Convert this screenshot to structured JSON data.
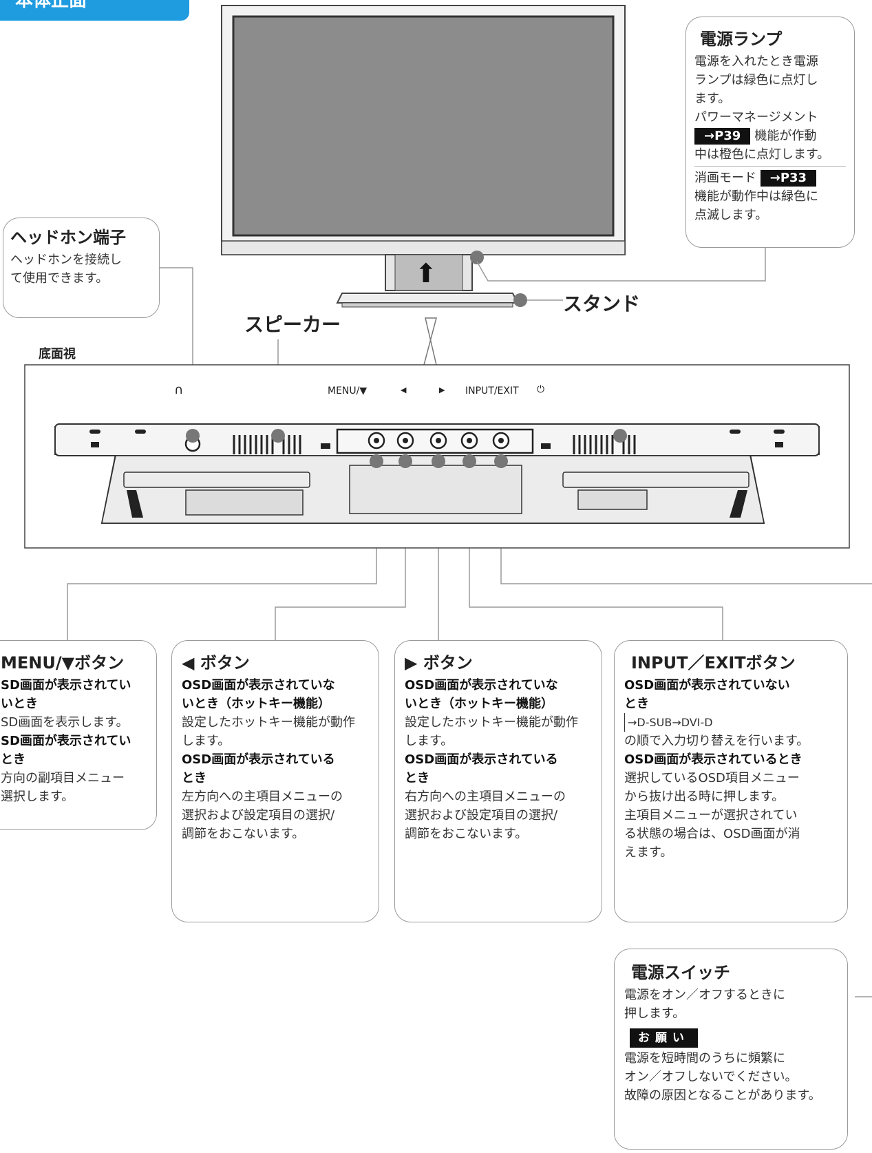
{
  "section_tab": "本体正面",
  "bottom_view_label": "底面視",
  "speaker_label": "スピーカー",
  "stand_label": "スタンド",
  "button_labels": {
    "headphone_symbol": "∩",
    "menu": "MENU/▼",
    "left": "◀",
    "right": "▶",
    "input": "INPUT/EXIT",
    "power_symbol": "⏻"
  },
  "monitor_arrow": "⬆",
  "callouts": {
    "power_lamp": {
      "title": "電源ランプ",
      "line1": "電源を入れたとき電源",
      "line2": "ランプは緑色に点灯し",
      "line3": "ます。",
      "line4": "パワーマネージメント",
      "ref1": "→P39",
      "line5": "機能が作動",
      "line6": "中は橙色に点灯します。",
      "line7": "消画モード",
      "ref2": "→P33",
      "line8": "機能が動作中は緑色に",
      "line9": "点滅します。"
    },
    "headphone": {
      "title": "ヘッドホン端子",
      "line1": "ヘッドホンを接続し",
      "line2": "て使用できます。"
    },
    "menu": {
      "title": "MENU/▼ボタン",
      "b1": "SD画面が表示されてい",
      "b2": "いとき",
      "n1": "SD画面を表示します。",
      "b3": "SD画面が表示されてい",
      "b4": "とき",
      "n2": "方向の副項目メニュー",
      "n3": "選択します。"
    },
    "left": {
      "title": "◀ ボタン",
      "b1": "OSD画面が表示されていな",
      "b2": "いとき（ホットキー機能）",
      "n1": "設定したホットキー機能が動作",
      "n2": "します。",
      "b3": "OSD画面が表示されている",
      "b4": "とき",
      "n3": "左方向への主項目メニューの",
      "n4": "選択および設定項目の選択/",
      "n5": "調節をおこないます。"
    },
    "right": {
      "title": "▶ ボタン",
      "b1": "OSD画面が表示されていな",
      "b2": "いとき（ホットキー機能）",
      "n1": "設定したホットキー機能が動作",
      "n2": "します。",
      "b3": "OSD画面が表示されている",
      "b4": "とき",
      "n3": "右方向への主項目メニューの",
      "n4": "選択および設定項目の選択/",
      "n5": "調節をおこないます。"
    },
    "input": {
      "title": "INPUT／EXITボタン",
      "b1": "OSD画面が表示されていない",
      "b2": "とき",
      "cycle": "→D-SUB→DVI-D",
      "n1": "の順で入力切り替えを行います。",
      "b3": "OSD画面が表示されているとき",
      "n2": "選択しているOSD項目メニュー",
      "n3": "から抜け出る時に押します。",
      "n4": "主項目メニューが選択されてい",
      "n5": "る状態の場合は、OSD画面が消",
      "n6": "えます。"
    },
    "power_switch": {
      "title": "電源スイッチ",
      "n1": "電源をオン／オフするときに",
      "n2": "押します。",
      "warn": "お願い",
      "n3": "電源を短時間のうちに頻繁に",
      "n4": "オン／オフしないでください。",
      "n5": "故障の原因となることがあります。"
    }
  },
  "colors": {
    "tab_blue": "#1f9be0",
    "screen_gray": "#8c8c8c",
    "bezel": "#4a4a4a",
    "dot": "#777777",
    "leader": "#9a9a9a"
  }
}
